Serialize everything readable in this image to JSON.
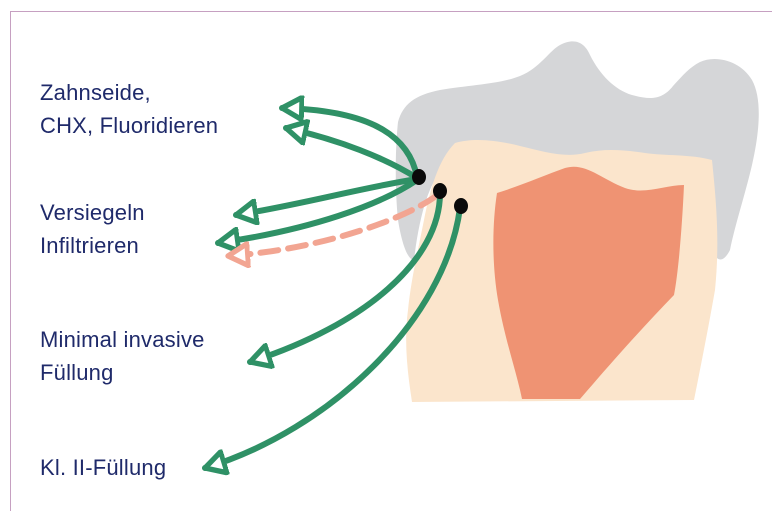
{
  "labels": {
    "hygiene": {
      "line1": "Zahnseide,",
      "line2": "CHX, Fluoridieren"
    },
    "sealing": {
      "line1": "Versiegeln",
      "line2": "Infiltrieren"
    },
    "minimal": {
      "line1": "Minimal invasive",
      "line2": "Füllung"
    },
    "class2": {
      "line1": "Kl. II-Füllung"
    }
  },
  "colors": {
    "text": "#1f2a6a",
    "arrow": "#2f9166",
    "dashed_arrow": "#f2a592",
    "enamel": "#d5d6d8",
    "dentin": "#fbe5cc",
    "pulp": "#ef9373",
    "lesion": "#0a0a0a",
    "frame": "#c6a0c1"
  }
}
